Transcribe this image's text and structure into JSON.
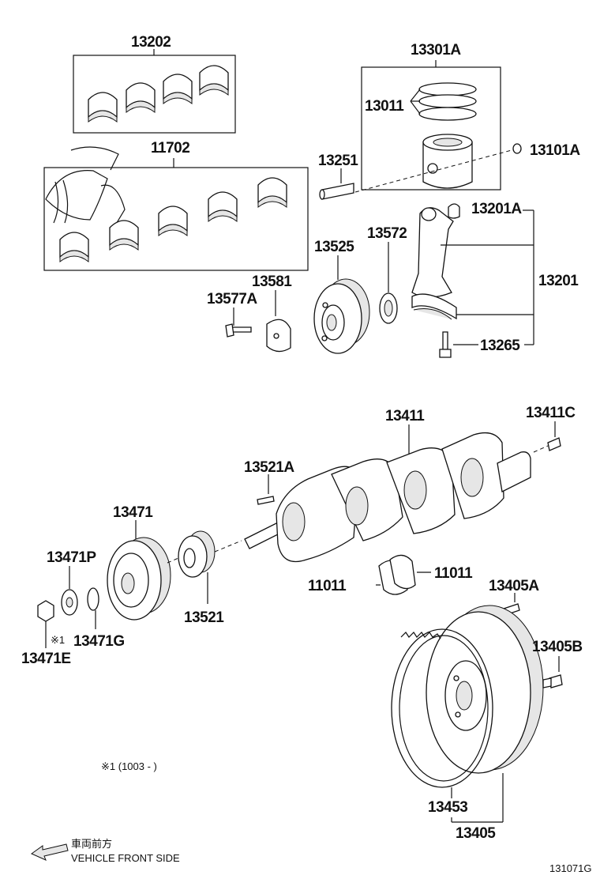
{
  "labels": {
    "p13202": "13202",
    "p13301A": "13301A",
    "p13011": "13011",
    "p13101A": "13101A",
    "p11702": "11702",
    "p13251": "13251",
    "p13201A": "13201A",
    "p13572": "13572",
    "p13525": "13525",
    "p13581": "13581",
    "p13577A": "13577A",
    "p13201": "13201",
    "p13265": "13265",
    "p13411": "13411",
    "p13411C": "13411C",
    "p13521A": "13521A",
    "p13471": "13471",
    "p13471P": "13471P",
    "p11011a": "11011",
    "p11011b": "11011",
    "p13405A": "13405A",
    "p13521": "13521",
    "p13471G": "13471G",
    "p13471E": "13471E",
    "p13405B": "13405B",
    "p13453": "13453",
    "p13405": "13405"
  },
  "notes": {
    "mark1": "※1",
    "footnote": "※1 (1003 -       )",
    "front_jp": "車両前方",
    "front_en": "VEHICLE FRONT SIDE",
    "diagram_id": "131071G"
  }
}
